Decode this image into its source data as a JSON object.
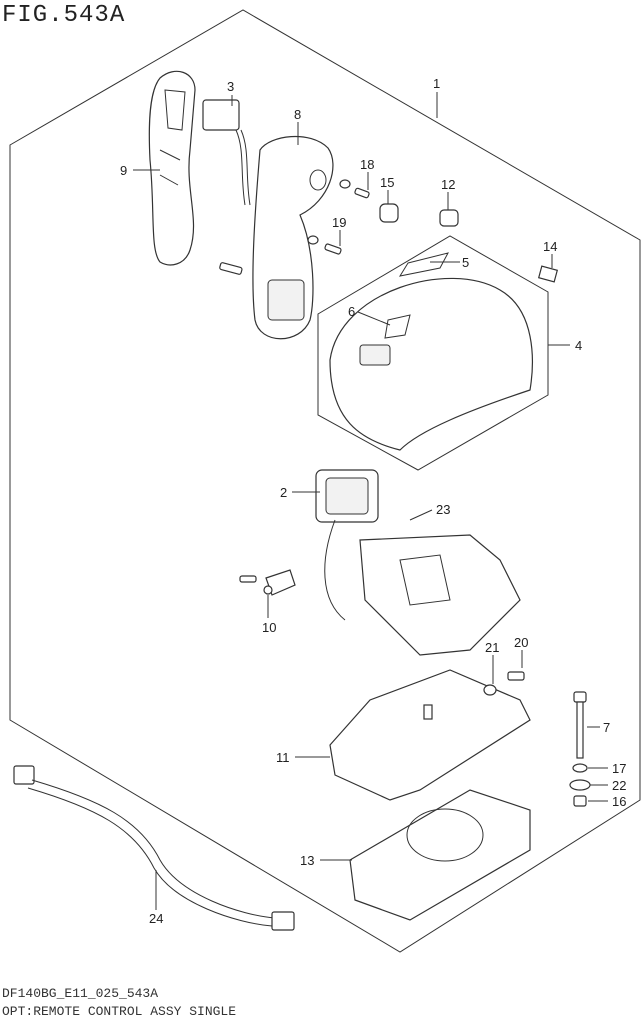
{
  "figure": {
    "title": "FIG.543A",
    "code": "DF140BG_E11_025_543A",
    "caption": "OPT:REMOTE CONTROL ASSY SINGLE"
  },
  "callouts": [
    "1",
    "2",
    "3",
    "4",
    "5",
    "6",
    "7",
    "8",
    "9",
    "10",
    "11",
    "12",
    "13",
    "14",
    "15",
    "16",
    "17",
    "18",
    "19",
    "20",
    "21",
    "22",
    "23",
    "24"
  ],
  "parts": {
    "assembly_outline": "remote control assembly boundary",
    "cover_group": "cover and emblem group",
    "hardware": [
      "bolt",
      "washer",
      "nut",
      "screw"
    ]
  }
}
